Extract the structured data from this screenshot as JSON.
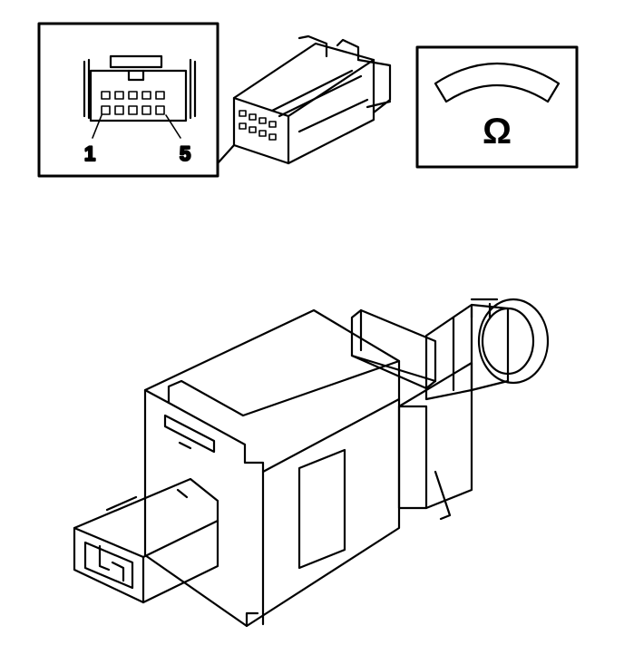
{
  "connector_inset": {
    "pin_first_label": "1",
    "pin_last_label": "5"
  },
  "meter_symbol": "Ω",
  "colors": {
    "line": "#000000",
    "fill": "#ffffff"
  }
}
